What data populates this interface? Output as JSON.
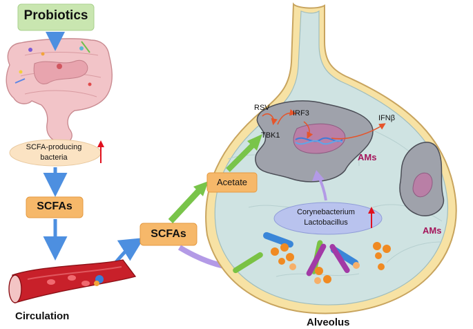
{
  "labels": {
    "probiotics": "Probiotics",
    "scfa_bacteria_line1": "SCFA-producing",
    "scfa_bacteria_line2": "bacteria",
    "scfas_left": "SCFAs",
    "scfas_mid": "SCFAs",
    "circulation": "Circulation",
    "alveolus": "Alveolus",
    "acetate": "Acetate",
    "rsv": "RSV",
    "irf3": "IRF3",
    "tbk1": "TBK1",
    "ifnb": "IFNβ",
    "ams_1": "AMs",
    "ams_2": "AMs",
    "bacteria_line1": "Corynebacterium",
    "bacteria_line2": "Lactobacillus"
  },
  "colors": {
    "probiotics_box": "#c9e6b0",
    "scfa_box": "#f6b86a",
    "bacteria_ellipse": "#fbe3c3",
    "lung_bacteria_ellipse": "#b9c3ee",
    "blue_arrow": "#4d8fe0",
    "green_arrow": "#79c44a",
    "purple_arrow": "#b39ae6",
    "red_arrow": "#e0101e",
    "ams_label": "#a4145a",
    "alveolus_fill": "#cfe3e2",
    "alveolus_wall": "#f7e2a4"
  }
}
